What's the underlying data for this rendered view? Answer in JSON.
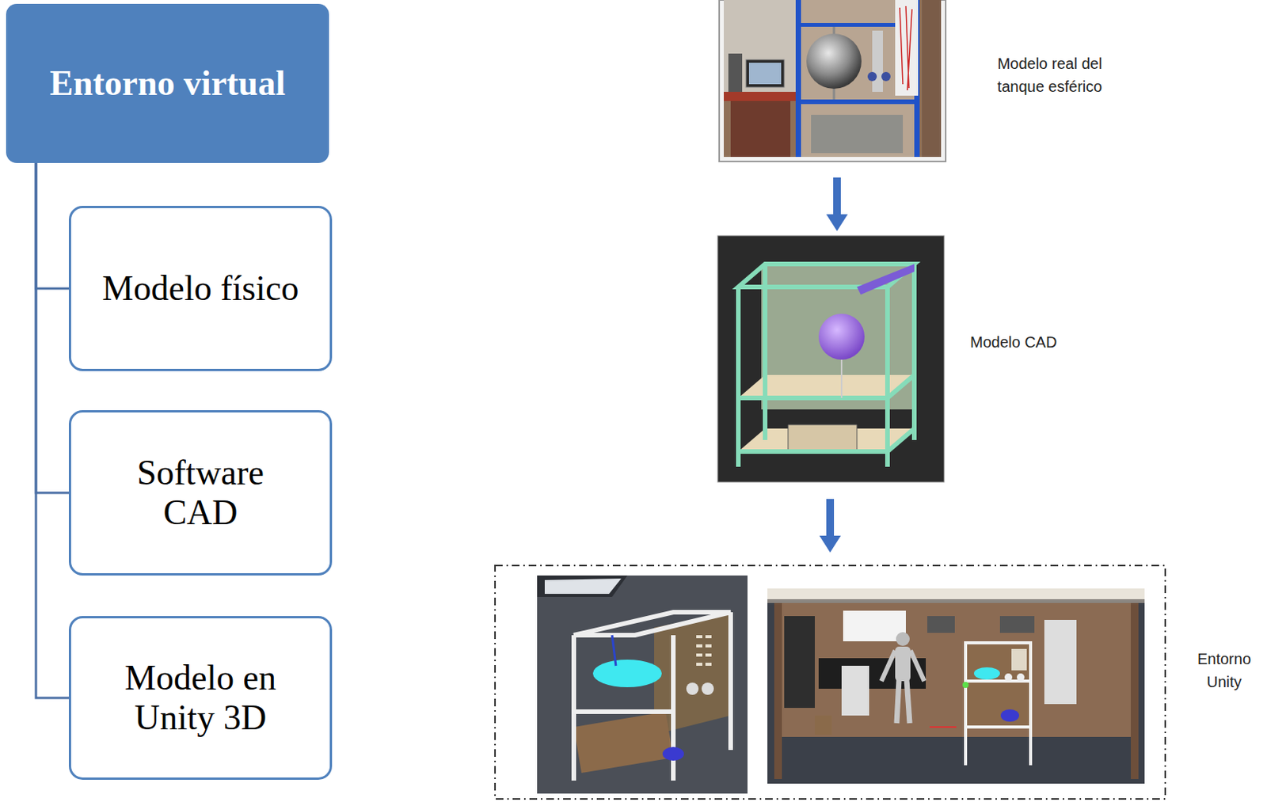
{
  "diagram": {
    "nodes": [
      {
        "text": [
          "Entorno virtual"
        ]
      },
      {
        "text": [
          "Modelo físico"
        ]
      },
      {
        "text": [
          "Software CAD"
        ]
      },
      {
        "text": [
          "Modelo en Unity 3D"
        ]
      }
    ],
    "edges": [
      {
        "from": 0,
        "to": 1,
        "arrow": "none"
      },
      {
        "from": 0,
        "to": 2,
        "arrow": "none"
      },
      {
        "from": 0,
        "to": 3,
        "arrow": "none"
      }
    ],
    "labels": [
      "Modelo real del tanque esférico",
      "Modelo CAD",
      "Entorno Unity"
    ]
  }
}
